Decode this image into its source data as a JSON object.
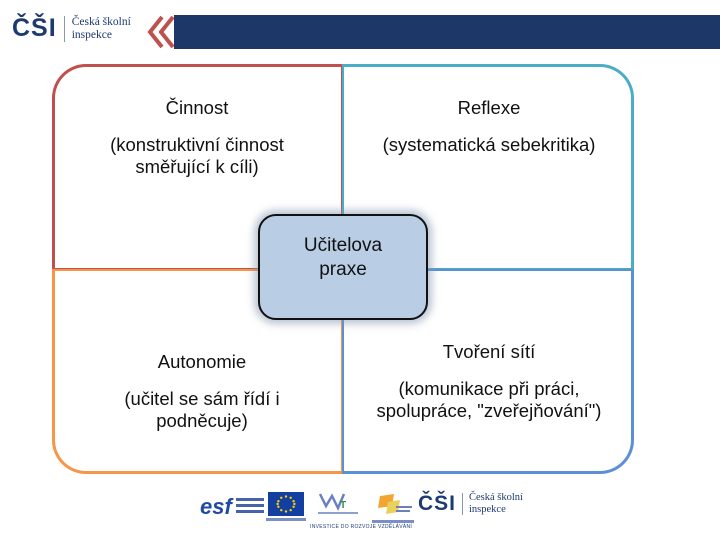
{
  "header": {
    "logo_mark": "ČŠI",
    "logo_line1": "Česká školní",
    "logo_line2": "inspekce"
  },
  "diagram": {
    "center": {
      "line1": "Učitelova",
      "line2": "praxe"
    },
    "quadrants": [
      {
        "position": "top-left",
        "title": "Činnost",
        "description": "(konstruktivní činnost směřující k cíli)",
        "color": "#c0504d"
      },
      {
        "position": "top-right",
        "title": "Reflexe",
        "description": "(systematická sebekritika)",
        "color": "#4bacc6"
      },
      {
        "position": "bottom-left",
        "title": "Autonomie",
        "description": "(učitel se sám řídí i podněcuje)",
        "color": "#f79646"
      },
      {
        "position": "bottom-right",
        "title": "Tvoření sítí",
        "description": "(komunikace při práci, spolupráce, \"zveřejňování\")",
        "color": "#5b8fd6"
      }
    ]
  },
  "footer": {
    "esf_mark": "esf",
    "caption": "INVESTICE DO ROZVOJE VZDĚLÁVÁNÍ",
    "csi_mark": "ČŠI",
    "csi_line1": "Česká školní",
    "csi_line2": "inspekce"
  },
  "colors": {
    "brand_navy": "#1c3768",
    "center_fill": "#b9cde5"
  }
}
